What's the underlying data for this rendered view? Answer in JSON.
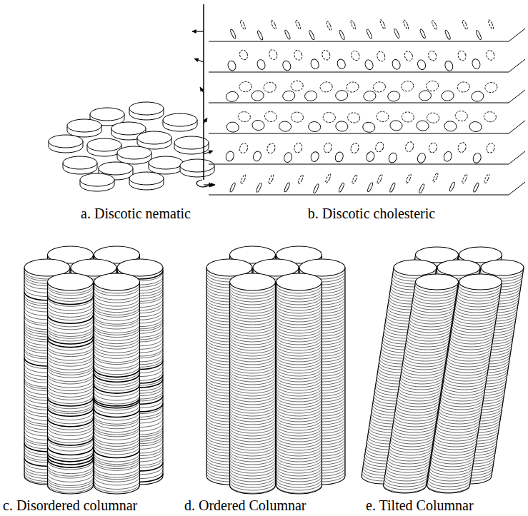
{
  "diagram": {
    "labels": [
      "a. Discotic nematic",
      "b. Discotic cholesteric",
      "c. Disordered columnar",
      "d. Ordered Columnar",
      "e. Tilted Columnar"
    ]
  }
}
